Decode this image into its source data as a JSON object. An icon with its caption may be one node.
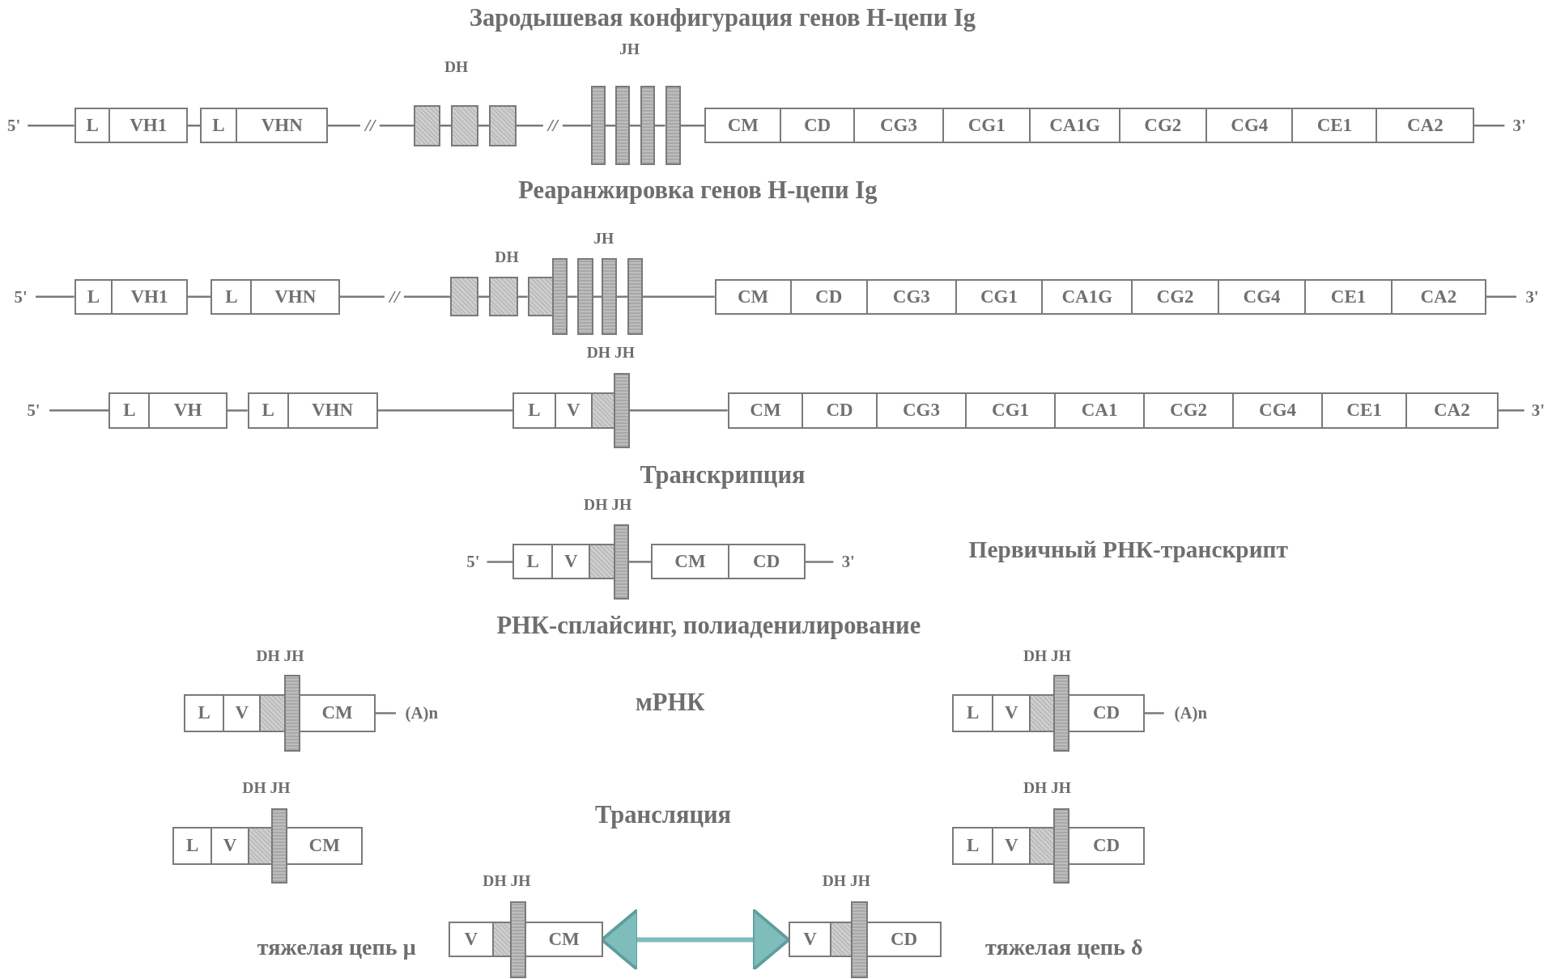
{
  "diagram": {
    "title": "Зародышевая конфигурация генов H-цепи Ig",
    "nodes": [
      {
        "text": [
          "L"
        ]
      },
      {
        "text": [
          "VH1"
        ]
      },
      {
        "text": [
          "L"
        ]
      },
      {
        "text": [
          "VHN"
        ]
      },
      {
        "text": [],
        "shape": "box"
      },
      {
        "text": [],
        "shape": "box"
      },
      {
        "text": [],
        "shape": "box"
      },
      {
        "text": [],
        "shape": "bar"
      },
      {
        "text": [],
        "shape": "bar"
      },
      {
        "text": [],
        "shape": "bar"
      },
      {
        "text": [],
        "shape": "bar"
      },
      {
        "text": [
          "CM"
        ]
      },
      {
        "text": [
          "CD"
        ]
      },
      {
        "text": [
          "CG3"
        ]
      },
      {
        "text": [
          "CG1"
        ]
      },
      {
        "text": [
          "CA1G"
        ]
      },
      {
        "text": [
          "CG2"
        ]
      },
      {
        "text": [
          "CG4"
        ]
      },
      {
        "text": [
          "CE1"
        ]
      },
      {
        "text": [
          "CA2"
        ]
      },
      {
        "text": [
          "L"
        ]
      },
      {
        "text": [
          "VH1"
        ]
      },
      {
        "text": [
          "L"
        ]
      },
      {
        "text": [
          "VHN"
        ]
      },
      {
        "text": [],
        "shape": "box"
      },
      {
        "text": [],
        "shape": "box"
      },
      {
        "text": [],
        "shape": "box"
      },
      {
        "text": [],
        "shape": "bar"
      },
      {
        "text": [],
        "shape": "bar"
      },
      {
        "text": [],
        "shape": "bar"
      },
      {
        "text": [],
        "shape": "bar"
      },
      {
        "text": [
          "CM"
        ]
      },
      {
        "text": [
          "CD"
        ]
      },
      {
        "text": [
          "CG3"
        ]
      },
      {
        "text": [
          "CG1"
        ]
      },
      {
        "text": [
          "CA1G"
        ]
      },
      {
        "text": [
          "CG2"
        ]
      },
      {
        "text": [
          "CG4"
        ]
      },
      {
        "text": [
          "CE1"
        ]
      },
      {
        "text": [
          "CA2"
        ]
      },
      {
        "text": [
          "L"
        ]
      },
      {
        "text": [
          "VH"
        ]
      },
      {
        "text": [
          "L"
        ]
      },
      {
        "text": [
          "VHN"
        ]
      },
      {
        "text": [
          "L"
        ]
      },
      {
        "text": [
          "V"
        ]
      },
      {
        "text": [],
        "shape": "box"
      },
      {
        "text": [],
        "shape": "bar"
      },
      {
        "text": [
          "CM"
        ]
      },
      {
        "text": [
          "CD"
        ]
      },
      {
        "text": [
          "CG3"
        ]
      },
      {
        "text": [
          "CG1"
        ]
      },
      {
        "text": [
          "CA1"
        ]
      },
      {
        "text": [
          "CG2"
        ]
      },
      {
        "text": [
          "CG4"
        ]
      },
      {
        "text": [
          "CE1"
        ]
      },
      {
        "text": [
          "CA2"
        ]
      },
      {
        "text": [
          "L"
        ]
      },
      {
        "text": [
          "V"
        ]
      },
      {
        "text": [],
        "shape": "box"
      },
      {
        "text": [],
        "shape": "bar"
      },
      {
        "text": [
          "CM"
        ]
      },
      {
        "text": [
          "CD"
        ]
      },
      {
        "text": [
          "L"
        ]
      },
      {
        "text": [
          "V"
        ]
      },
      {
        "text": [],
        "shape": "box"
      },
      {
        "text": [],
        "shape": "bar"
      },
      {
        "text": [
          "CM"
        ]
      },
      {
        "text": [
          "L"
        ]
      },
      {
        "text": [
          "V"
        ]
      },
      {
        "text": [],
        "shape": "box"
      },
      {
        "text": [],
        "shape": "bar"
      },
      {
        "text": [
          "CD"
        ]
      },
      {
        "text": [
          "L"
        ]
      },
      {
        "text": [
          "V"
        ]
      },
      {
        "text": [],
        "shape": "box"
      },
      {
        "text": [],
        "shape": "bar"
      },
      {
        "text": [
          "CM"
        ]
      },
      {
        "text": [
          "L"
        ]
      },
      {
        "text": [
          "V"
        ]
      },
      {
        "text": [],
        "shape": "box"
      },
      {
        "text": [],
        "shape": "bar"
      },
      {
        "text": [
          "CD"
        ]
      },
      {
        "text": [
          "V"
        ]
      },
      {
        "text": [],
        "shape": "box"
      },
      {
        "text": [],
        "shape": "bar"
      },
      {
        "text": [
          "CM"
        ]
      },
      {
        "text": [
          "V"
        ]
      },
      {
        "text": [],
        "shape": "box"
      },
      {
        "text": [],
        "shape": "bar"
      },
      {
        "text": [
          "CD"
        ]
      },
      {
        "text": [
          "5'"
        ]
      },
      {
        "text": [
          "3'"
        ]
      },
      {
        "text": [
          "5'"
        ]
      },
      {
        "text": [
          "3'"
        ]
      },
      {
        "text": [
          "5'"
        ]
      },
      {
        "text": [
          "3'"
        ]
      },
      {
        "text": [
          "5'"
        ]
      },
      {
        "text": [
          "3'"
        ]
      },
      {
        "text": [
          "(A)n"
        ]
      },
      {
        "text": [
          "(A)n"
        ]
      }
    ],
    "edges": [
      {
        "from": 1,
        "to": 2,
        "arrow": "none"
      },
      {
        "from": 3,
        "to": 4,
        "arrow": "none",
        "label": "//"
      },
      {
        "from": 4,
        "to": 5,
        "arrow": "none"
      },
      {
        "from": 5,
        "to": 6,
        "arrow": "none"
      },
      {
        "from": 6,
        "to": 7,
        "arrow": "none",
        "label": "//"
      },
      {
        "from": 7,
        "to": 8,
        "arrow": "none"
      },
      {
        "from": 8,
        "to": 9,
        "arrow": "none"
      },
      {
        "from": 9,
        "to": 10,
        "arrow": "none"
      },
      {
        "from": 10,
        "to": 11,
        "arrow": "none"
      },
      {
        "from": 21,
        "to": 22,
        "arrow": "none"
      },
      {
        "from": 23,
        "to": 24,
        "arrow": "none",
        "label": "//"
      },
      {
        "from": 24,
        "to": 25,
        "arrow": "none"
      },
      {
        "from": 25,
        "to": 26,
        "arrow": "none"
      },
      {
        "from": 27,
        "to": 28,
        "arrow": "none"
      },
      {
        "from": 28,
        "to": 29,
        "arrow": "none"
      },
      {
        "from": 29,
        "to": 30,
        "arrow": "none"
      },
      {
        "from": 30,
        "to": 31,
        "arrow": "none"
      },
      {
        "from": 41,
        "to": 42,
        "arrow": "none"
      },
      {
        "from": 43,
        "to": 44,
        "arrow": "none"
      },
      {
        "from": 47,
        "to": 48,
        "arrow": "none"
      },
      {
        "from": 60,
        "to": 61,
        "arrow": "none"
      },
      {
        "from": 86,
        "to": 87,
        "arrow": "both",
        "style": "thick",
        "color": "#7fbcbc"
      },
      {
        "from": 91,
        "to": 0,
        "arrow": "none"
      },
      {
        "from": 19,
        "to": 92,
        "arrow": "none"
      },
      {
        "from": 93,
        "to": 20,
        "arrow": "none"
      },
      {
        "from": 39,
        "to": 94,
        "arrow": "none"
      },
      {
        "from": 95,
        "to": 40,
        "arrow": "none"
      },
      {
        "from": 56,
        "to": 96,
        "arrow": "none"
      },
      {
        "from": 97,
        "to": 57,
        "arrow": "none"
      },
      {
        "from": 62,
        "to": 98,
        "arrow": "none"
      },
      {
        "from": 67,
        "to": 99,
        "arrow": "none"
      },
      {
        "from": 72,
        "to": 100,
        "arrow": "none"
      }
    ],
    "labels": [
      "JH",
      "DH",
      "Реаранжировка генов H-цепи Ig",
      "JH",
      "DH",
      "DH JH",
      "Транскрипция",
      "DH JH",
      "Первичный РНК-транскрипт",
      "РНК-сплайсинг, полиаденилирование",
      "DH JH",
      "DH JH",
      "мРНК",
      "DH JH",
      "DH JH",
      "Трансляция",
      "DH JH",
      "DH JH",
      "тяжелая цепь μ",
      "тяжелая цепь δ"
    ]
  }
}
